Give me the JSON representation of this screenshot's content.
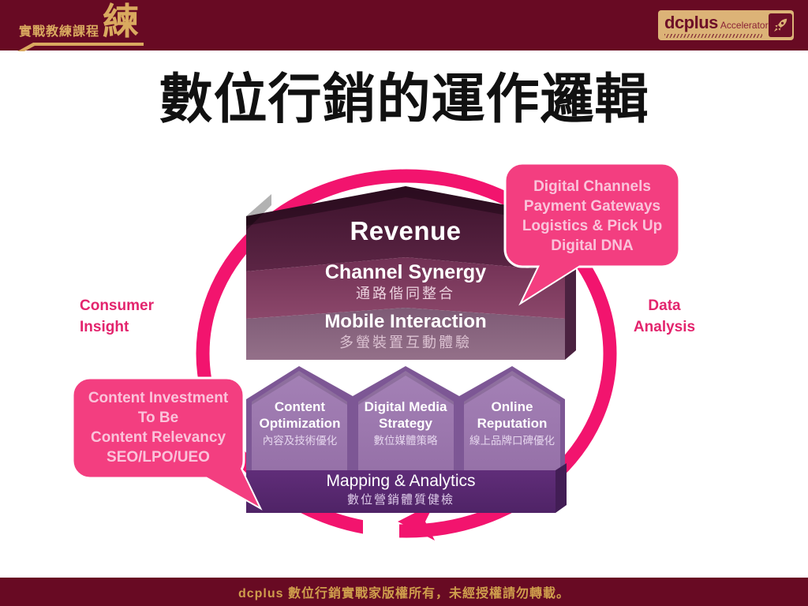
{
  "header": {
    "brand_small": "實戰教練課程",
    "brand_big": "練",
    "logo_name": "dcplus",
    "logo_suffix": "Accelerator"
  },
  "title": "數位行銷的運作邏輯",
  "diagram": {
    "left_label_lines": [
      "Consumer",
      "Insight"
    ],
    "right_label_lines": [
      "Data",
      "Analysis"
    ],
    "stack": {
      "revenue_title": "Revenue",
      "channel_title": "Channel Synergy",
      "channel_subtitle": "通路偕同整合",
      "mobile_title": "Mobile Interaction",
      "mobile_subtitle": "多螢裝置互動體驗",
      "mapping_title": "Mapping & Analytics",
      "mapping_subtitle": "數位營銷體質健檢"
    },
    "blocks": [
      {
        "line1": "Content",
        "line2": "Optimization",
        "subtitle": "內容及技術優化"
      },
      {
        "line1": "Digital Media",
        "line2": "Strategy",
        "subtitle": "數位媒體策略"
      },
      {
        "line1": "Online",
        "line2": "Reputation",
        "subtitle": "線上品牌口碑優化"
      }
    ],
    "bubble_right_lines": [
      "Digital Channels",
      "Payment Gateways",
      "Logistics & Pick Up",
      "Digital DNA"
    ],
    "bubble_left_lines": [
      "Content Investment",
      "To Be",
      "Content Relevancy",
      "SEO/LPO/UEO"
    ]
  },
  "footer_text": "dcplus 數位行銷實戰家版權所有，未經授權請勿轉載。",
  "colors": {
    "maroon": "#680a23",
    "gold": "#d9a95f",
    "plate_tan": "#dcb377",
    "ring_pink": "#f2146e",
    "bubble_pink": "#f33e80",
    "label_pink": "#e3246d",
    "revenue_dark": "#461732",
    "channel_plum": "#813c60",
    "mobile_mauve": "#8d6983",
    "purple_light": "#9c78ae",
    "purple_dark": "#582a6e"
  }
}
